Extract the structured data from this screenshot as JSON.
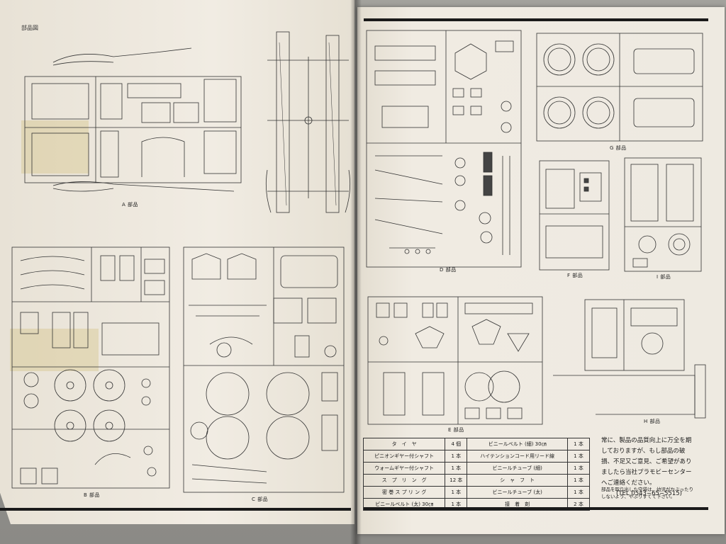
{
  "header": {
    "label": "部品図"
  },
  "sections": [
    {
      "id": "A",
      "caption": "A 部品"
    },
    {
      "id": "B",
      "caption": "B 部品"
    },
    {
      "id": "C",
      "caption": "C 部品"
    },
    {
      "id": "D",
      "caption": "D 部品"
    },
    {
      "id": "E",
      "caption": "E 部品"
    },
    {
      "id": "F",
      "caption": "F 部品"
    },
    {
      "id": "G",
      "caption": "G 部品"
    },
    {
      "id": "H",
      "caption": "H 部品"
    },
    {
      "id": "I",
      "caption": "I 部品"
    }
  ],
  "parts_table": [
    {
      "left_name": "タ　イ　ヤ",
      "left_qty": "4 個",
      "right_name": "ビニールベルト (細) 30㎝",
      "right_qty": "1 本"
    },
    {
      "left_name": "ピニオンギヤー付シャフト",
      "left_qty": "1 本",
      "right_name": "ハイテンションコード用リード線",
      "right_qty": "1 本"
    },
    {
      "left_name": "ウォームギヤー付シャフト",
      "left_qty": "1 本",
      "right_name": "ビニールチューブ (細)",
      "right_qty": "1 本"
    },
    {
      "left_name": "ス　プ　リ　ン　グ",
      "left_qty": "12 本",
      "right_name": "シ　ャ　フ　ト",
      "right_qty": "1 本"
    },
    {
      "left_name": "密 巻 ス プ リ ン グ",
      "left_qty": "1 本",
      "right_name": "ビニールチューブ (太)",
      "right_qty": "1 本"
    },
    {
      "left_name": "ビニールベルト (太) 30㎝",
      "left_qty": "1 本",
      "right_name": "接　着　剤",
      "right_qty": "2 本"
    }
  ],
  "notice": {
    "text": "常に、製品の品質向上に万全を期しておりますが、もし部品の破損、不足又ご意見、ご希望がありましたら当社プラモビーセンターへご連絡ください。",
    "tel": "(TEL 0543−65−5515)",
    "note": "部品を取り出した空袋は、幼児がかぶったりしないよう、やぶりすてて下さい。"
  }
}
